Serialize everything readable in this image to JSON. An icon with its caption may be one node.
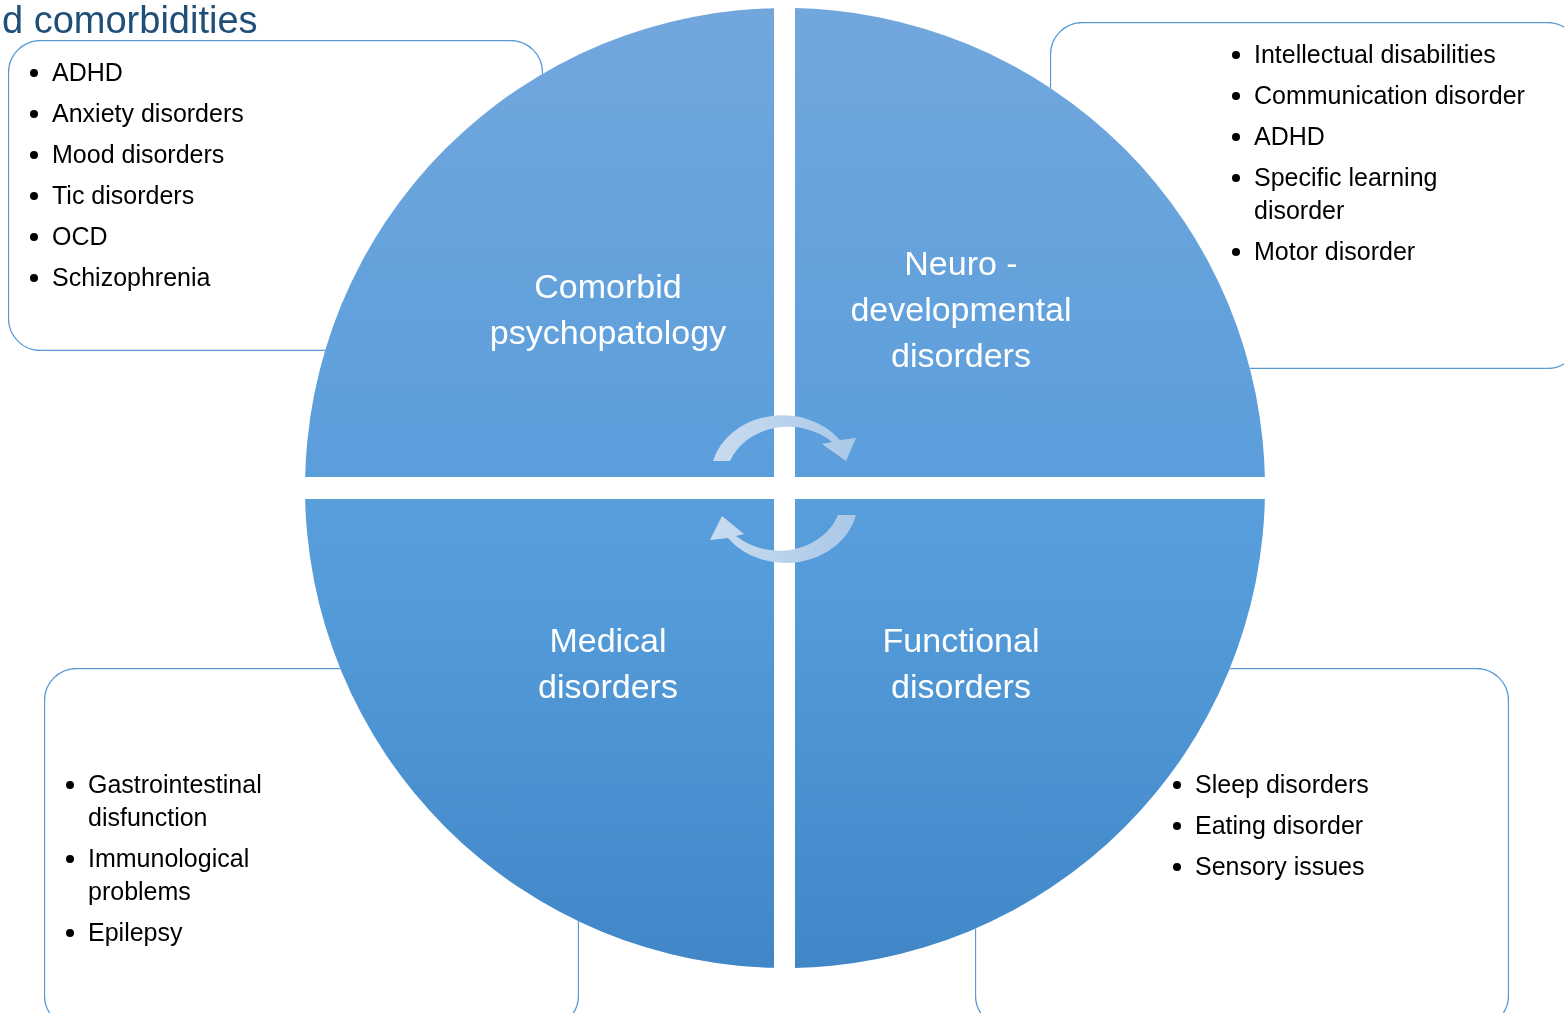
{
  "diagram": {
    "title": "d comorbidities",
    "nodes": [
      {
        "text": [
          "ADHD",
          "Anxiety disorders",
          "Mood disorders",
          "Tic disorders",
          "OCD",
          "Schizophrenia"
        ]
      },
      {
        "text": [
          "Intellectual disabilities",
          "Communication disorder",
          "ADHD",
          "Specific learning disorder",
          "Motor disorder"
        ]
      },
      {
        "text": [
          "Comorbid psychopatology"
        ]
      },
      {
        "text": [
          "Neuro - developmental disorders"
        ]
      },
      {
        "text": [
          "Medical disorders"
        ]
      },
      {
        "text": [
          "Functional disorders"
        ]
      },
      {
        "text": [
          "Gastrointestinal disfunction",
          "Immunological problems",
          "Epilepsy"
        ]
      },
      {
        "text": [
          "Sleep disorders",
          "Eating disorder",
          "Sensory issues"
        ]
      }
    ],
    "edges": []
  }
}
